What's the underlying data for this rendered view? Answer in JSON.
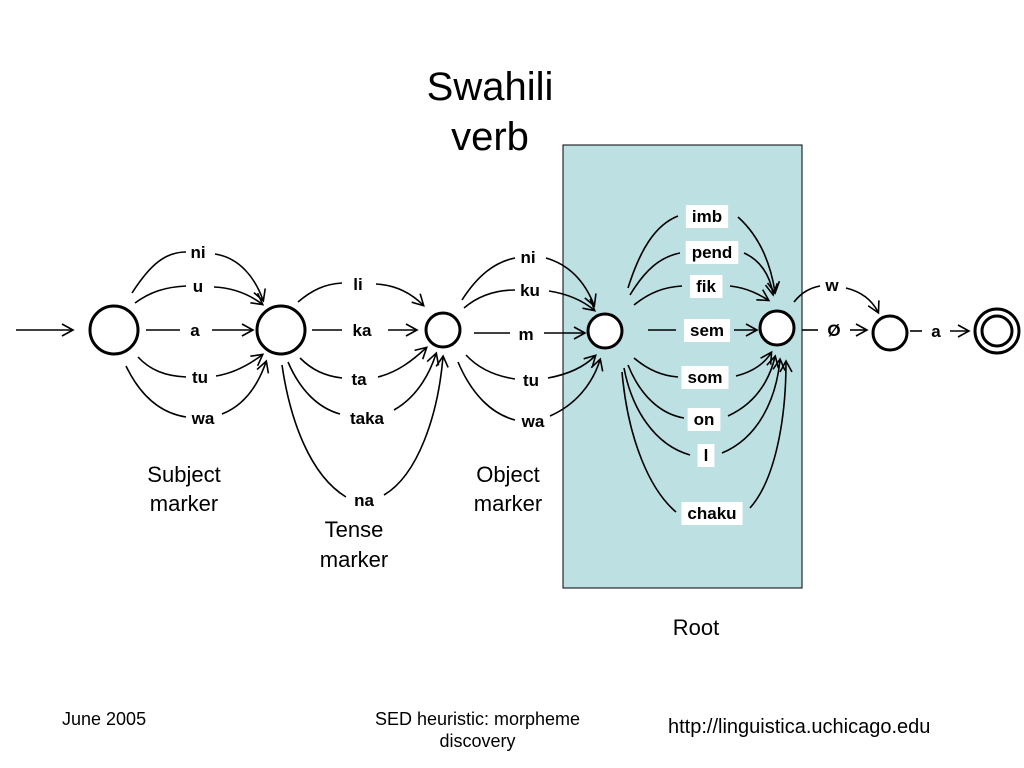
{
  "slide": {
    "title": "Swahili\nverb",
    "footer": {
      "date": "June 2005",
      "center": "SED heuristic: morpheme\ndiscovery",
      "url": "http://linguistica.uchicago.edu"
    }
  },
  "diagram": {
    "colors": {
      "root_box": "#bde0e3",
      "stroke": "#000000"
    },
    "subject_markers": [
      "ni",
      "u",
      "a",
      "tu",
      "wa"
    ],
    "subject_label": [
      "Subject",
      "marker"
    ],
    "tense_markers": [
      "li",
      "ka",
      "ta",
      "taka",
      "na"
    ],
    "tense_label": [
      "Tense",
      "marker"
    ],
    "object_markers": [
      "ni",
      "ku",
      "m",
      "tu",
      "wa"
    ],
    "object_label": [
      "Object",
      "marker"
    ],
    "roots": [
      "imb",
      "pend",
      "fik",
      "sem",
      "som",
      "on",
      "l",
      "chaku"
    ],
    "root_label": "Root",
    "suffixes": [
      "w",
      "Ø"
    ],
    "final_vowel": "a"
  }
}
